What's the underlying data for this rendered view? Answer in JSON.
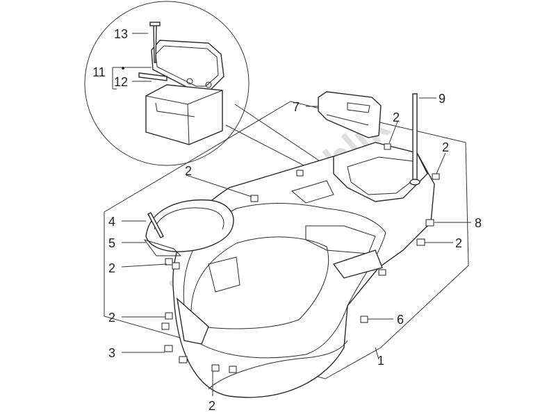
{
  "watermark": "PartsRepublik",
  "callouts": {
    "c1": "1",
    "c2a": "2",
    "c2b": "2",
    "c2c": "2",
    "c2d": "2",
    "c2e": "2",
    "c2f": "2",
    "c2g": "2",
    "c3": "3",
    "c4": "4",
    "c5": "5",
    "c6": "6",
    "c7": "7",
    "c8": "8",
    "c9": "9",
    "c11": "11",
    "c12": "12",
    "c13": "13"
  }
}
